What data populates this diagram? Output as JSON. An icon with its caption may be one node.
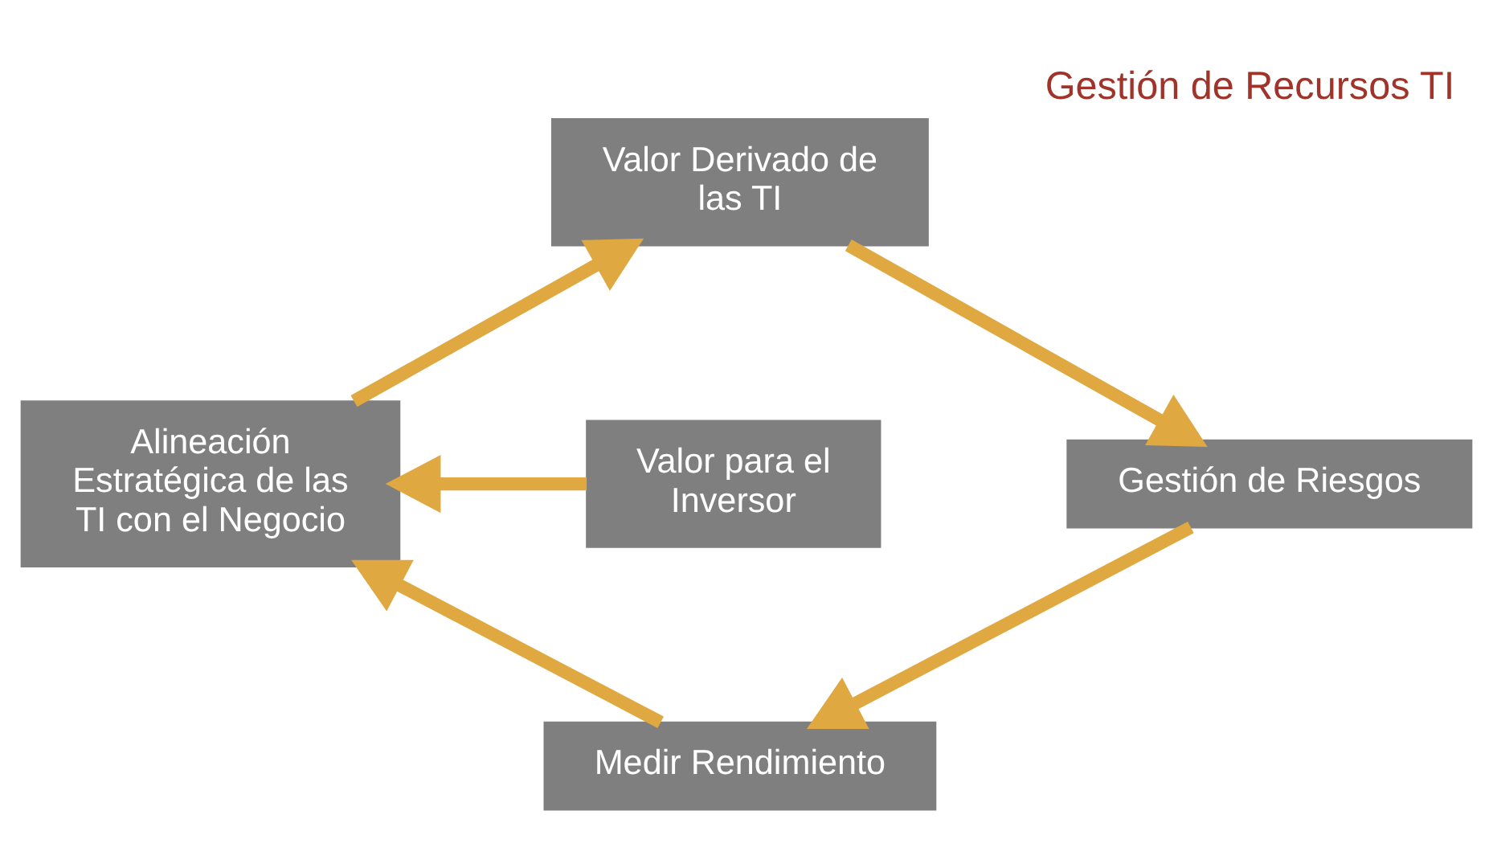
{
  "diagram": {
    "title": "Gestión de Recursos TI",
    "nodes": [
      {
        "text": [
          "Valor Derivado de las TI"
        ]
      },
      {
        "text": [
          "Gestión de Riesgos"
        ]
      },
      {
        "text": [
          "Medir Rendimiento"
        ]
      },
      {
        "text": [
          "Alineación Estratégica de las TI con el Negocio"
        ]
      },
      {
        "text": [
          "Valor para el Inversor"
        ]
      }
    ],
    "edges": [
      {
        "from": 0,
        "to": 1,
        "arrow": "to"
      },
      {
        "from": 1,
        "to": 2,
        "arrow": "to"
      },
      {
        "from": 2,
        "to": 3,
        "arrow": "to"
      },
      {
        "from": 3,
        "to": 0,
        "arrow": "to"
      },
      {
        "from": 4,
        "to": 3,
        "arrow": "to"
      }
    ]
  }
}
